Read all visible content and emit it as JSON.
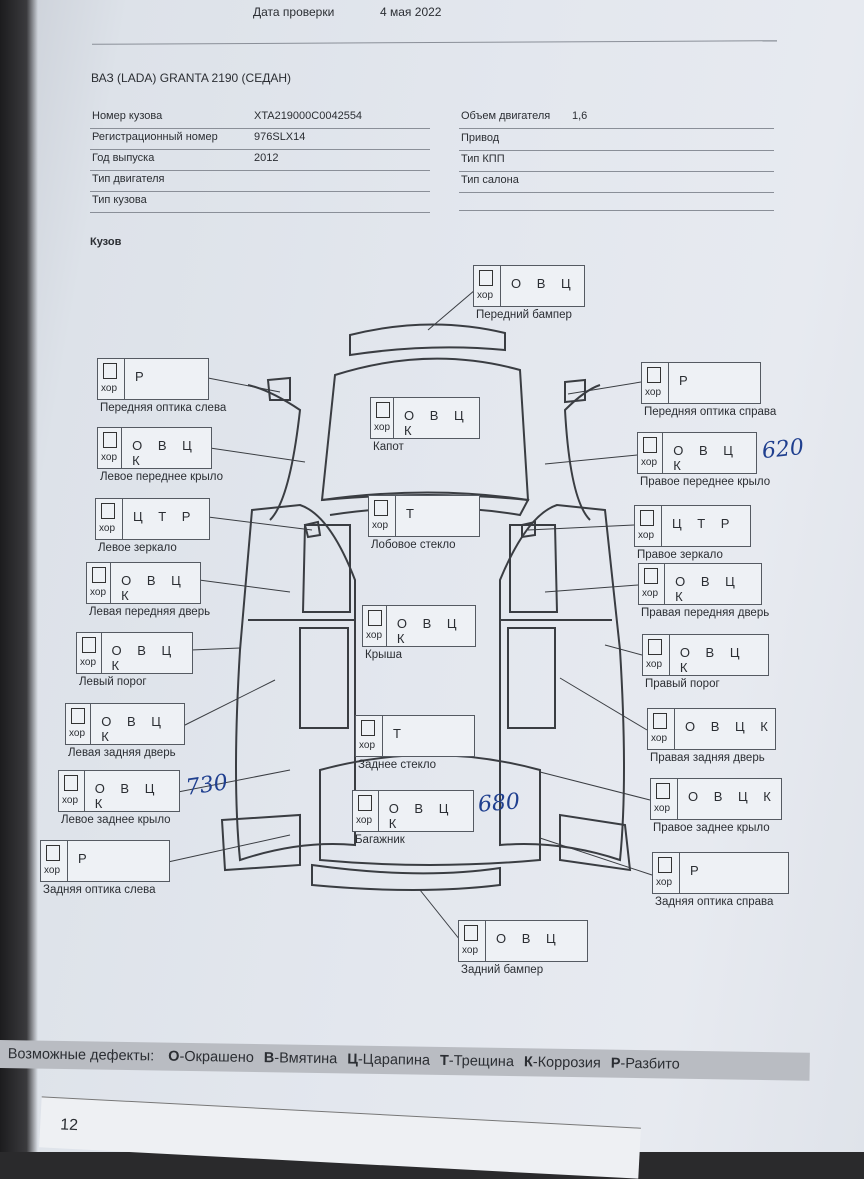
{
  "header": {
    "date_label": "Дата проверки",
    "date_value": "4 мая 2022"
  },
  "vehicle_title": "ВАЗ (LADA) GRANTA 2190 (СЕДАН)",
  "fields_left": [
    {
      "label": "Номер кузова",
      "value": "XTA219000C0042554"
    },
    {
      "label": "Регистрационный номер",
      "value": "976SLX14"
    },
    {
      "label": "Год выпуска",
      "value": "2012"
    },
    {
      "label": "Тип двигателя",
      "value": ""
    },
    {
      "label": "Тип кузова",
      "value": ""
    }
  ],
  "fields_right": [
    {
      "label": "Объем двигателя",
      "value": "1,6"
    },
    {
      "label": "Привод",
      "value": ""
    },
    {
      "label": "Тип КПП",
      "value": ""
    },
    {
      "label": "Тип салона",
      "value": ""
    }
  ],
  "section_title": "Кузов",
  "ok_label": "хор",
  "parts": [
    {
      "label": "Передний бампер",
      "codes": "О В Ц"
    },
    {
      "label": "Передняя оптика слева",
      "codes": "Р"
    },
    {
      "label": "Левое переднее крыло",
      "codes": "О В Ц К"
    },
    {
      "label": "Левое зеркало",
      "codes": "Ц Т Р"
    },
    {
      "label": "Левая передняя дверь",
      "codes": "О В Ц К"
    },
    {
      "label": "Левый порог",
      "codes": "О В Ц К"
    },
    {
      "label": "Левая задняя дверь",
      "codes": "О В Ц К"
    },
    {
      "label": "Левое заднее крыло",
      "codes": "О В Ц К",
      "note": "730"
    },
    {
      "label": "Задняя оптика слева",
      "codes": "Р"
    },
    {
      "label": "Капот",
      "codes": "О В Ц К"
    },
    {
      "label": "Лобовое стекло",
      "codes": "Т"
    },
    {
      "label": "Крыша",
      "codes": "О В Ц К"
    },
    {
      "label": "Заднее стекло",
      "codes": "Т"
    },
    {
      "label": "Багажник",
      "codes": "О В Ц К",
      "note": "680"
    },
    {
      "label": "Задний бампер",
      "codes": "О В Ц"
    },
    {
      "label": "Передняя оптика справа",
      "codes": "Р"
    },
    {
      "label": "Правое переднее крыло",
      "codes": "О В Ц К",
      "note": "620"
    },
    {
      "label": "Правое зеркало",
      "codes": "Ц Т Р"
    },
    {
      "label": "Правая передняя дверь",
      "codes": "О В Ц К"
    },
    {
      "label": "Правый порог",
      "codes": "О В Ц К"
    },
    {
      "label": "Правая задняя дверь",
      "codes": "О В Ц К"
    },
    {
      "label": "Правое заднее крыло",
      "codes": "О В Ц К"
    },
    {
      "label": "Задняя оптика справа",
      "codes": "Р"
    }
  ],
  "legend": {
    "title": "Возможные дефекты:",
    "items": [
      {
        "code": "О",
        "text": "-Окрашено"
      },
      {
        "code": "В",
        "text": "-Вмятина"
      },
      {
        "code": "Ц",
        "text": "-Царапина"
      },
      {
        "code": "Т",
        "text": "-Трещина"
      },
      {
        "code": "К",
        "text": "-Коррозия"
      },
      {
        "code": "Р",
        "text": "-Разбито"
      }
    ]
  },
  "next_page_fragment": {
    "row_number": "12"
  }
}
